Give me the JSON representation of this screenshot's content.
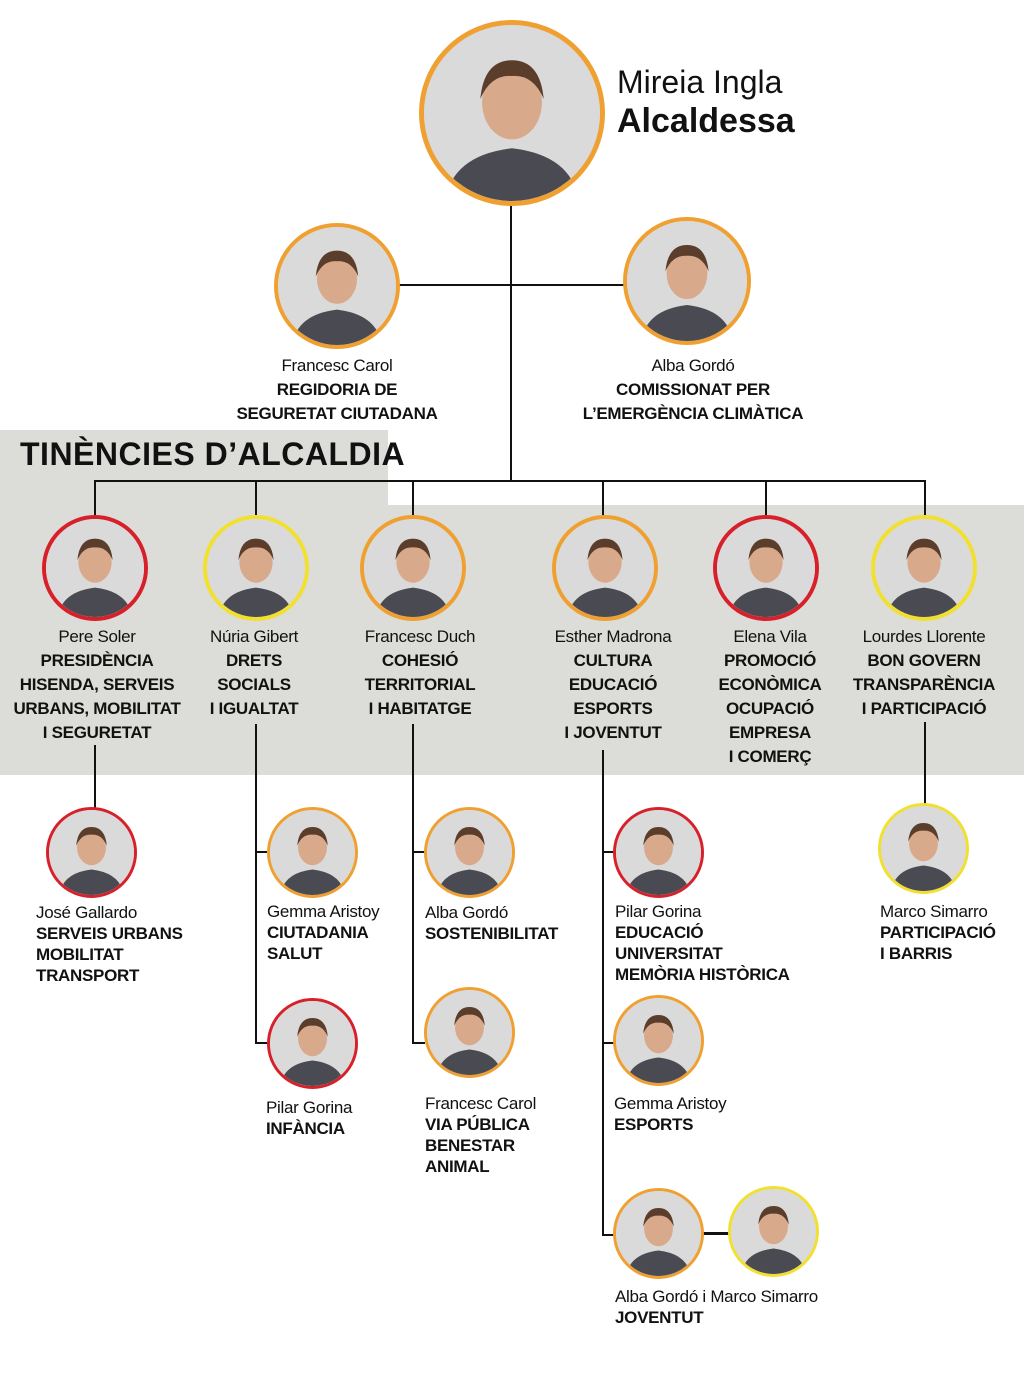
{
  "colors": {
    "orange": "#f0a030",
    "red": "#d8202a",
    "yellow": "#f2e030",
    "panel": "#dcdcd8"
  },
  "mayor": {
    "name": "Mireia Ingla",
    "role": "Alcaldessa"
  },
  "top": [
    {
      "name": "Francesc Carol",
      "role": [
        "REGIDORIA DE",
        "SEGURETAT CIUTADANA"
      ]
    },
    {
      "name": "Alba Gordó",
      "role": [
        "COMISSIONAT PER",
        "L’EMERGÈNCIA CLIMÀTICA"
      ]
    }
  ],
  "section_title": "TINÈNCIES D’ALCALDIA",
  "tinencies": [
    {
      "name": "Pere Soler",
      "role": [
        "PRESIDÈNCIA",
        "HISENDA, SERVEIS",
        "URBANS, MOBILITAT",
        "I SEGURETAT"
      ]
    },
    {
      "name": "Núria Gibert",
      "role": [
        "DRETS",
        "SOCIALS",
        "I IGUALTAT"
      ]
    },
    {
      "name": "Francesc Duch",
      "role": [
        "COHESIÓ",
        "TERRITORIAL",
        "I HABITATGE"
      ]
    },
    {
      "name": "Esther Madrona",
      "role": [
        "CULTURA",
        "EDUCACIÓ",
        "ESPORTS",
        "I JOVENTUT"
      ]
    },
    {
      "name": "Elena Vila",
      "role": [
        "PROMOCIÓ",
        "ECONÒMICA",
        "OCUPACIÓ",
        "EMPRESA",
        "I COMERÇ"
      ]
    },
    {
      "name": "Lourdes Llorente",
      "role": [
        "BON GOVERN",
        "TRANSPARÈNCIA",
        "I PARTICIPACIÓ"
      ]
    }
  ],
  "regidories": [
    {
      "name": "José Gallardo",
      "role": [
        "SERVEIS URBANS",
        "MOBILITAT",
        "TRANSPORT"
      ]
    },
    {
      "name": "Gemma Aristoy",
      "role": [
        "CIUTADANIA",
        "SALUT"
      ]
    },
    {
      "name": "Pilar Gorina",
      "role": [
        "INFÀNCIA"
      ]
    },
    {
      "name": "Alba Gordó",
      "role": [
        "SOSTENIBILITAT"
      ]
    },
    {
      "name": "Francesc Carol",
      "role": [
        "VIA PÚBLICA",
        "BENESTAR",
        "ANIMAL"
      ]
    },
    {
      "name": "Pilar Gorina",
      "role": [
        "EDUCACIÓ",
        "UNIVERSITAT",
        "MEMÒRIA HISTÒRICA"
      ]
    },
    {
      "name": "Gemma Aristoy",
      "role": [
        "ESPORTS"
      ]
    },
    {
      "name": "Alba Gordó i Marco Simarro",
      "role": [
        "JOVENTUT"
      ]
    },
    {
      "name": "Marco Simarro",
      "role": [
        "PARTICIPACIÓ",
        "I BARRIS"
      ]
    }
  ]
}
